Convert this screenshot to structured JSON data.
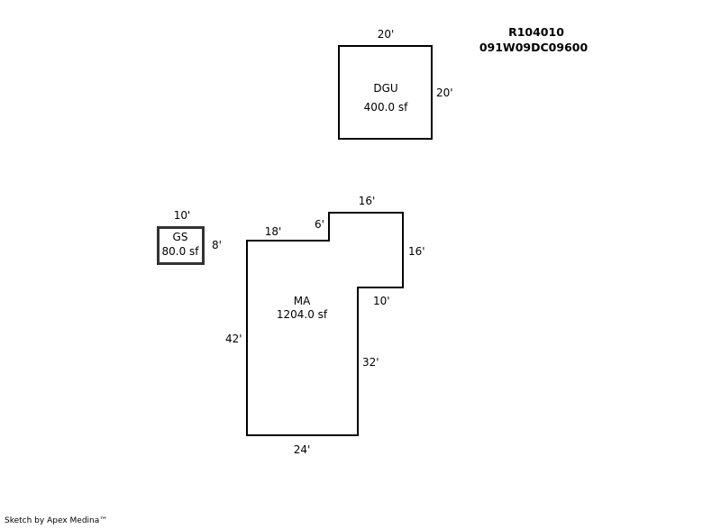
{
  "header": {
    "account": "R104010",
    "map_number": "091W09DC09600"
  },
  "areas": {
    "dgu": {
      "code": "DGU",
      "area": "400.0 sf",
      "top": "20'",
      "right": "20'"
    },
    "gs": {
      "code": "GS",
      "area": "80.0 sf",
      "top": "10'",
      "right": "8'"
    },
    "ma": {
      "code": "MA",
      "area": "1204.0 sf",
      "top_left": "18'",
      "step": "6'",
      "top_right": "16'",
      "right_upper": "16'",
      "notch": "10'",
      "right_lower": "32'",
      "bottom": "24'",
      "left": "42'"
    }
  },
  "footer": {
    "credit": "Sketch by Apex Medina™"
  }
}
